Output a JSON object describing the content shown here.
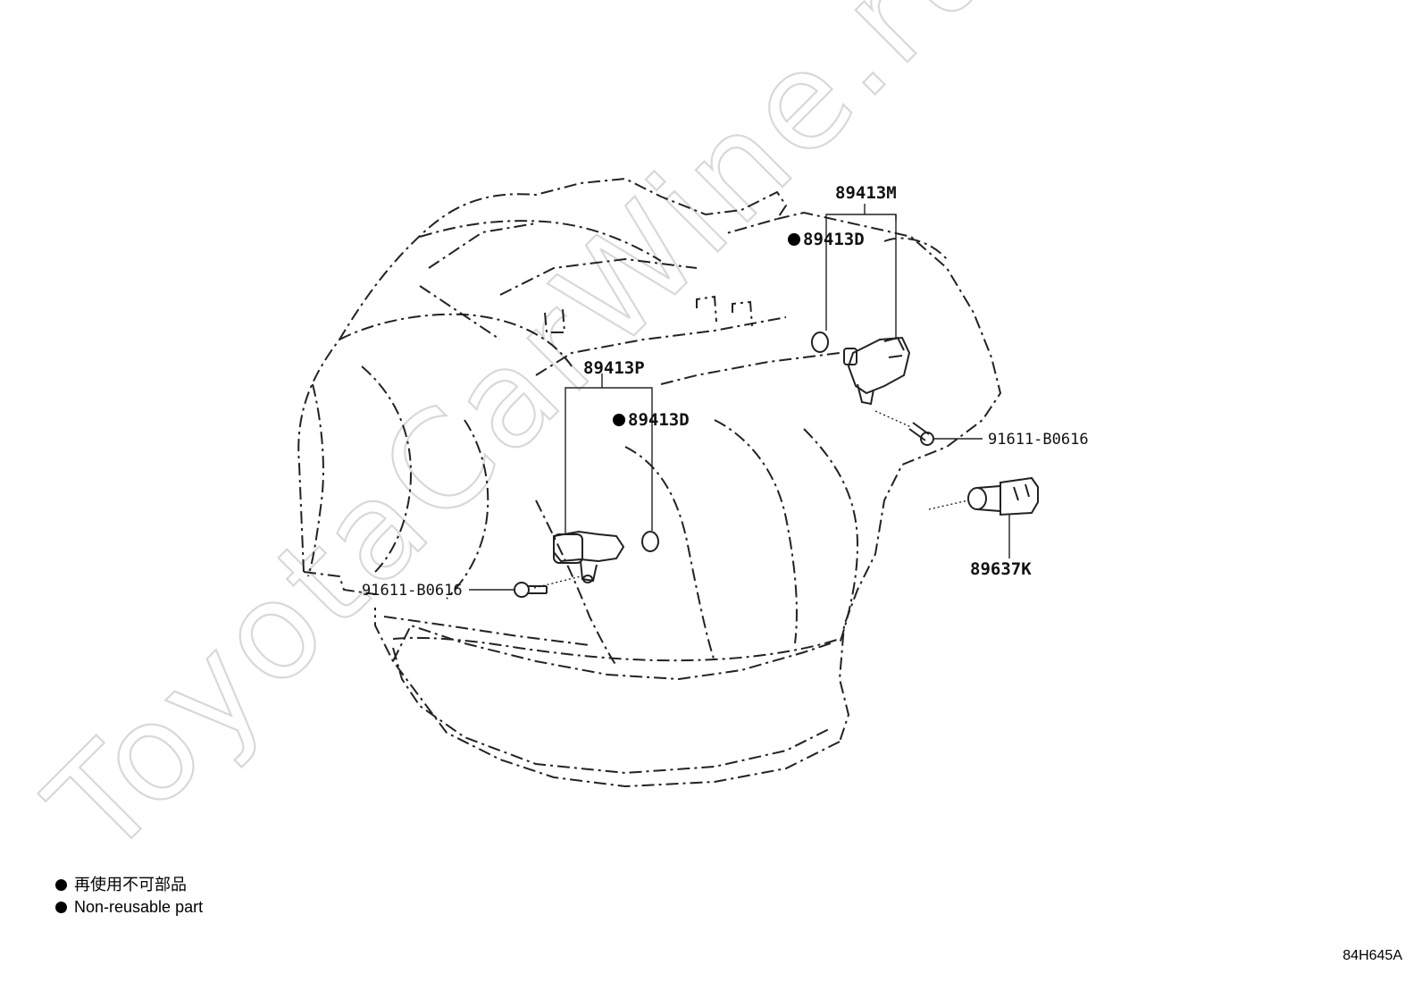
{
  "watermark": "ToyotaCarWine.ru",
  "labels": {
    "sensor_upper": "89413M",
    "oring_upper": "89413D",
    "sensor_lower": "89413P",
    "oring_lower": "89413D",
    "bolt_right": "91611-B0616",
    "bolt_left": "91611-B0616",
    "switch": "89637K"
  },
  "legend": {
    "line1": "再使用不可部品",
    "line2": "Non-reusable part"
  },
  "figure_code": "84H645A"
}
